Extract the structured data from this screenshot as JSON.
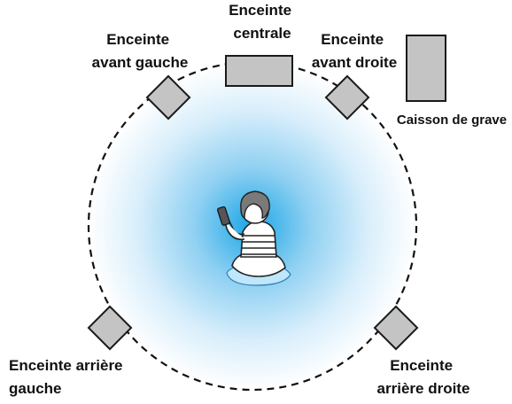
{
  "colors": {
    "glow_center": "#1aa6e6",
    "glow_edge": "#ffffff",
    "speaker_fill": "#c4c4c4",
    "outline": "#1a1a1a",
    "hair": "#7a7a7a",
    "cushion": "#bfe6fb"
  },
  "labels": {
    "center": [
      "Enceinte",
      "centrale"
    ],
    "front_left": [
      "Enceinte",
      "avant gauche"
    ],
    "front_right": [
      "Enceinte",
      "avant droite"
    ],
    "subwoofer": "Caisson de grave",
    "rear_left": [
      "Enceinte arrière",
      "gauche"
    ],
    "rear_right": [
      "Enceinte",
      "arrière droite"
    ]
  },
  "icons": {
    "listener": "listener-with-remote-icon"
  }
}
